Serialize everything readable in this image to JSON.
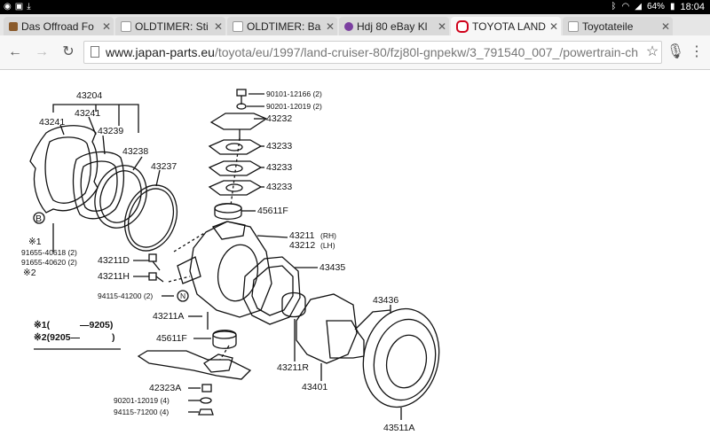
{
  "statusbar": {
    "time": "18:04",
    "battery": "64%"
  },
  "tabs": [
    {
      "title": "Das Offroad Fo",
      "fav_color": "#8a5a2b"
    },
    {
      "title": "OLDTIMER: Sti",
      "fav_color": "#9e9e9e"
    },
    {
      "title": "OLDTIMER: Ba",
      "fav_color": "#9e9e9e"
    },
    {
      "title": "Hdj 80 eBay Kl",
      "fav_color": "#7b3fa0"
    },
    {
      "title": "TOYOTA LAND",
      "fav_color": "#d0021b"
    },
    {
      "title": "Toyotateile",
      "fav_color": "#9e9e9e"
    }
  ],
  "active_tab": 4,
  "address": {
    "domain": "www.japan-parts.eu",
    "path": "/toyota/eu/1997/land-cruiser-80/fzj80l-gnpekw/3_791540_007_/powertrain-ch"
  },
  "diagram": {
    "labels": {
      "p43204": "43204",
      "p43241a": "43241",
      "p43241b": "43241",
      "p43239": "43239",
      "p43238": "43238",
      "p43237": "43237",
      "b": "B",
      "star1": "※1",
      "p91655a": "91655-40618 (2)",
      "p91655b": "91655-40620 (2)",
      "star2": "※2",
      "p90101": "90101-12166 (2)",
      "p90201a": "90201-12019 (2)",
      "p43232": "43232",
      "p43233a": "43233",
      "p43233b": "43233",
      "p43233c": "43233",
      "p45611a": "45611F",
      "p43211": "43211",
      "p43211_rh": "(RH)",
      "p43212": "43212",
      "p43212_lh": "(LH)",
      "p43435": "43435",
      "p43211d": "43211D",
      "p43211h": "43211H",
      "p94115a": "94115-41200 (2)",
      "n": "N",
      "legend1a": "※1(",
      "legend1b": "—9205)",
      "legend2": "※2(9205—",
      "legend2b": ")",
      "p43211a": "43211A",
      "p45611b": "45611F",
      "p43436": "43436",
      "p43211r": "43211R",
      "p43401": "43401",
      "p42323": "42323A",
      "p90201b": "90201-12019 (4)",
      "p94115b": "94115-71200 (4)",
      "p43511": "43511A"
    }
  }
}
